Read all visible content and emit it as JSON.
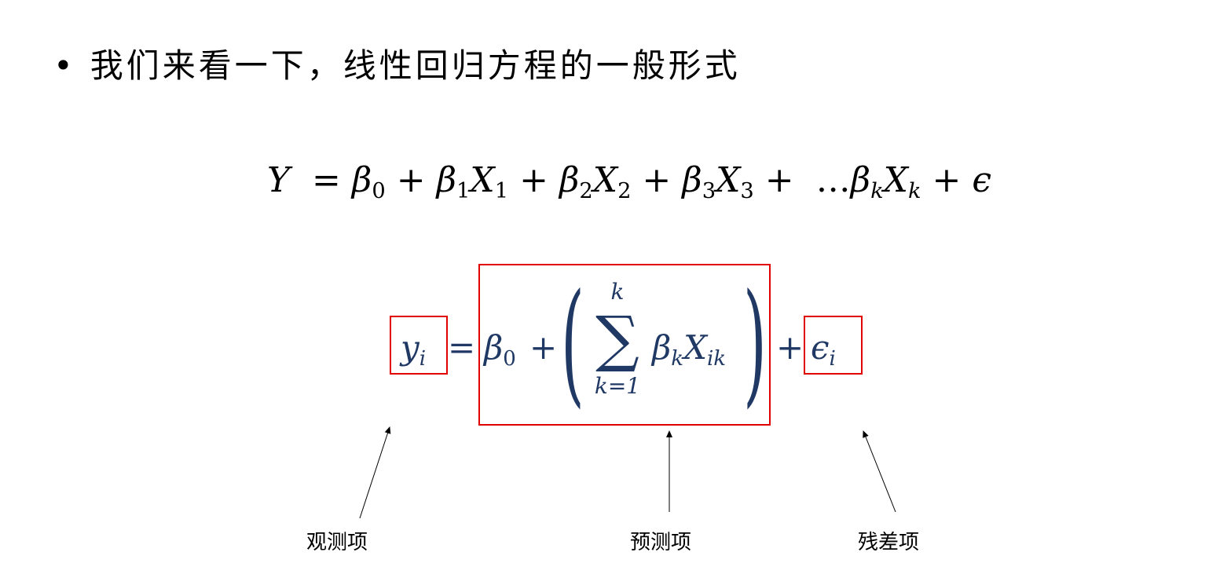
{
  "slide": {
    "bullet_text": "我们来看一下，线性回归方程的一般形式",
    "general_equation": {
      "lhs": "Y",
      "eq": "=",
      "b0": "β",
      "b0_sub": "0",
      "plus": "+",
      "b1": "β",
      "b1_sub": "1",
      "x1": "X",
      "x1_sub": "1",
      "b2": "β",
      "b2_sub": "2",
      "x2": "X",
      "x2_sub": "2",
      "b3": "β",
      "b3_sub": "3",
      "x3": "X",
      "x3_sub": "3",
      "dots": "…",
      "bk": "β",
      "bk_sub": "k",
      "xk": "X",
      "xk_sub": "k",
      "eps": "ϵ"
    },
    "indexed_equation": {
      "y": "y",
      "y_sub": "i",
      "eq": "=",
      "b0": "β",
      "b0_sub": "0",
      "plus": "+",
      "lparen": "(",
      "sum": "∑",
      "sum_upper": "k",
      "sum_lower": "k=1",
      "bk": "β",
      "bk_sub": "k",
      "x": "X",
      "x_sub": "ik",
      "rparen": ")",
      "plus2": "+",
      "eps": "ϵ",
      "eps_sub": "i"
    },
    "labels": {
      "observed": "观测项",
      "predicted": "预测项",
      "residual": "残差项"
    },
    "colors": {
      "formula": "#1f3864",
      "highlight_box": "#e00000"
    }
  }
}
